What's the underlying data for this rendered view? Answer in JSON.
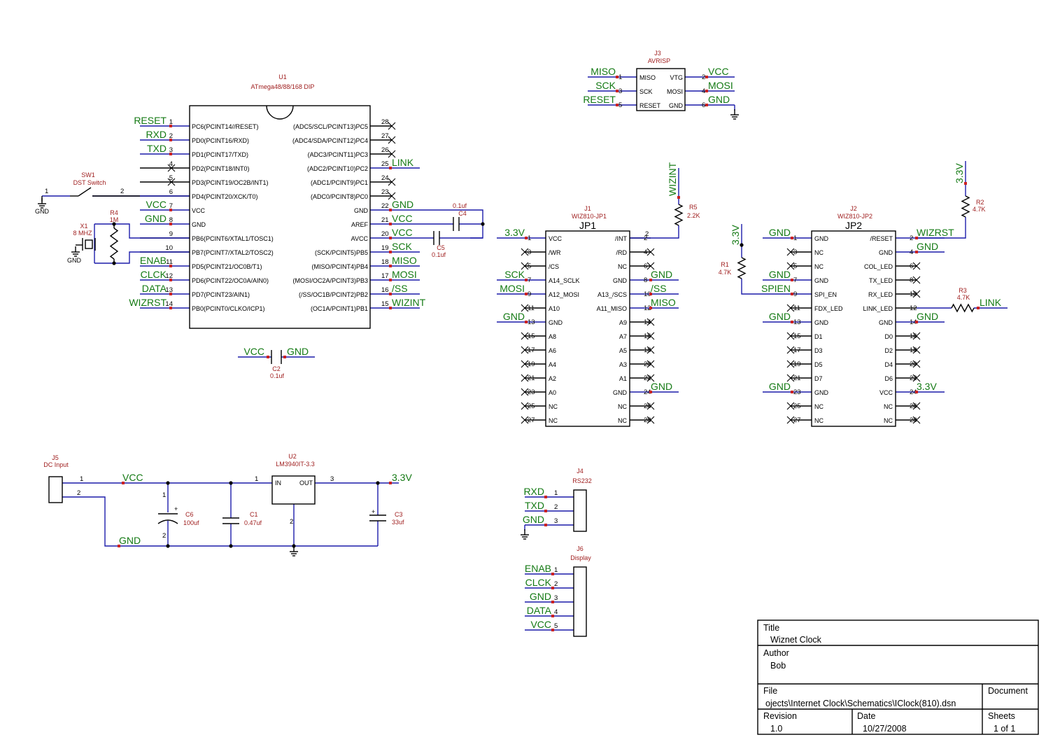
{
  "mcu": {
    "ref": "U1",
    "value": "ATmega48/88/168 DIP",
    "left_pins": [
      {
        "num": "1",
        "name": "PC6(PCINT14//RESET)",
        "net": "RESET"
      },
      {
        "num": "2",
        "name": "PD0(PCINT16/RXD)",
        "net": "RXD"
      },
      {
        "num": "3",
        "name": "PD1(PCINT17/TXD)",
        "net": "TXD"
      },
      {
        "num": "4",
        "name": "PD2(PCINT18/INT0)",
        "net": ""
      },
      {
        "num": "5",
        "name": "PD3(PCINT19/OC2B/INT1)",
        "net": ""
      },
      {
        "num": "6",
        "name": "PD4(PCINT20/XCK/T0)",
        "net": ""
      },
      {
        "num": "7",
        "name": "VCC",
        "net": "VCC"
      },
      {
        "num": "8",
        "name": "GND",
        "net": "GND"
      },
      {
        "num": "9",
        "name": "PB6(PCINT6/XTAL1/TOSC1)",
        "net": ""
      },
      {
        "num": "10",
        "name": "PB7(PCINT7/XTAL2/TOSC2)",
        "net": ""
      },
      {
        "num": "11",
        "name": "PD5(PCINT21/OC0B/T1)",
        "net": "ENAB"
      },
      {
        "num": "12",
        "name": "PD6(PCINT22/OC0A/AIN0)",
        "net": "CLCK"
      },
      {
        "num": "13",
        "name": "PD7(PCINT23/AIN1)",
        "net": "DATA"
      },
      {
        "num": "14",
        "name": "PB0(PCINT0/CLKO/ICP1)",
        "net": "WIZRST"
      }
    ],
    "right_pins": [
      {
        "num": "28",
        "name": "(ADC5/SCL/PCINT13)PC5",
        "net": ""
      },
      {
        "num": "27",
        "name": "(ADC4/SDA/PCINT12)PC4",
        "net": ""
      },
      {
        "num": "26",
        "name": "(ADC3/PCINT11)PC3",
        "net": ""
      },
      {
        "num": "25",
        "name": "(ADC2/PCINT10)PC2",
        "net": "LINK"
      },
      {
        "num": "24",
        "name": "(ADC1/PCINT9)PC1",
        "net": ""
      },
      {
        "num": "23",
        "name": "(ADC0/PCINT8)PC0",
        "net": ""
      },
      {
        "num": "22",
        "name": "GND",
        "net": "GND"
      },
      {
        "num": "21",
        "name": "AREF",
        "net": "VCC"
      },
      {
        "num": "20",
        "name": "AVCC",
        "net": "VCC"
      },
      {
        "num": "19",
        "name": "(SCK/PCINT5)PB5",
        "net": "SCK"
      },
      {
        "num": "18",
        "name": "(MISO/PCINT4)PB4",
        "net": "MISO"
      },
      {
        "num": "17",
        "name": "(MOSI/OC2A/PCINT3)PB3",
        "net": "MOSI"
      },
      {
        "num": "16",
        "name": "(/SS/OC1B/PCINT2)PB2",
        "net": "/SS"
      },
      {
        "num": "15",
        "name": "(OC1A/PCINT1)PB1",
        "net": "WIZINT"
      }
    ]
  },
  "avrisp": {
    "ref": "J3",
    "value": "AVRISP",
    "left": [
      {
        "num": "1",
        "name": "MISO",
        "net": "MISO"
      },
      {
        "num": "3",
        "name": "SCK",
        "net": "SCK"
      },
      {
        "num": "5",
        "name": "RESET",
        "net": "RESET"
      }
    ],
    "right": [
      {
        "num": "2",
        "name": "VTG",
        "net": "VCC"
      },
      {
        "num": "4",
        "name": "MOSI",
        "net": "MOSI"
      },
      {
        "num": "6",
        "name": "GND",
        "net": "GND"
      }
    ]
  },
  "jp1": {
    "ref": "J1",
    "value": "WIZ810-JP1",
    "title": "JP1",
    "left": [
      {
        "num": "1",
        "name": "VCC",
        "net": "3.3V"
      },
      {
        "num": "3",
        "name": "/WR",
        "net": ""
      },
      {
        "num": "5",
        "name": "/CS",
        "net": ""
      },
      {
        "num": "7",
        "name": "A14_SCLK",
        "net": "SCK"
      },
      {
        "num": "9",
        "name": "A12_MOSI",
        "net": "MOSI"
      },
      {
        "num": "11",
        "name": "A10",
        "net": ""
      },
      {
        "num": "13",
        "name": "GND",
        "net": "GND"
      },
      {
        "num": "15",
        "name": "A8",
        "net": ""
      },
      {
        "num": "17",
        "name": "A6",
        "net": ""
      },
      {
        "num": "19",
        "name": "A4",
        "net": ""
      },
      {
        "num": "21",
        "name": "A2",
        "net": ""
      },
      {
        "num": "23",
        "name": "A0",
        "net": ""
      },
      {
        "num": "25",
        "name": "NC",
        "net": ""
      },
      {
        "num": "27",
        "name": "NC",
        "net": ""
      }
    ],
    "right": [
      {
        "num": "2",
        "name": "/INT",
        "net": ""
      },
      {
        "num": "4",
        "name": "/RD",
        "net": ""
      },
      {
        "num": "6",
        "name": "NC",
        "net": ""
      },
      {
        "num": "8",
        "name": "GND",
        "net": "GND"
      },
      {
        "num": "10",
        "name": "A13_/SCS",
        "net": "/SS"
      },
      {
        "num": "12",
        "name": "A11_MISO",
        "net": "MISO"
      },
      {
        "num": "14",
        "name": "A9",
        "net": ""
      },
      {
        "num": "16",
        "name": "A7",
        "net": ""
      },
      {
        "num": "18",
        "name": "A5",
        "net": ""
      },
      {
        "num": "20",
        "name": "A3",
        "net": ""
      },
      {
        "num": "22",
        "name": "A1",
        "net": ""
      },
      {
        "num": "24",
        "name": "GND",
        "net": "GND"
      },
      {
        "num": "26",
        "name": "NC",
        "net": ""
      },
      {
        "num": "28",
        "name": "NC",
        "net": ""
      }
    ]
  },
  "jp2": {
    "ref": "J2",
    "value": "WIZ810-JP2",
    "title": "JP2",
    "left": [
      {
        "num": "1",
        "name": "GND",
        "net": "GND"
      },
      {
        "num": "3",
        "name": "NC",
        "net": ""
      },
      {
        "num": "5",
        "name": "NC",
        "net": ""
      },
      {
        "num": "7",
        "name": "GND",
        "net": "GND"
      },
      {
        "num": "9",
        "name": "SPI_EN",
        "net": "SPIEN"
      },
      {
        "num": "11",
        "name": "FDX_LED",
        "net": ""
      },
      {
        "num": "13",
        "name": "GND",
        "net": "GND"
      },
      {
        "num": "15",
        "name": "D1",
        "net": ""
      },
      {
        "num": "17",
        "name": "D3",
        "net": ""
      },
      {
        "num": "19",
        "name": "D5",
        "net": ""
      },
      {
        "num": "21",
        "name": "D7",
        "net": ""
      },
      {
        "num": "23",
        "name": "GND",
        "net": "GND"
      },
      {
        "num": "25",
        "name": "NC",
        "net": ""
      },
      {
        "num": "27",
        "name": "NC",
        "net": ""
      }
    ],
    "right": [
      {
        "num": "2",
        "name": "/RESET",
        "net": "WIZRST"
      },
      {
        "num": "4",
        "name": "GND",
        "net": "GND"
      },
      {
        "num": "6",
        "name": "COL_LED",
        "net": ""
      },
      {
        "num": "8",
        "name": "TX_LED",
        "net": ""
      },
      {
        "num": "10",
        "name": "RX_LED",
        "net": ""
      },
      {
        "num": "12",
        "name": "LINK_LED",
        "net": ""
      },
      {
        "num": "14",
        "name": "GND",
        "net": "GND"
      },
      {
        "num": "16",
        "name": "D0",
        "net": ""
      },
      {
        "num": "18",
        "name": "D2",
        "net": ""
      },
      {
        "num": "20",
        "name": "D4",
        "net": ""
      },
      {
        "num": "22",
        "name": "D6",
        "net": ""
      },
      {
        "num": "24",
        "name": "VCC",
        "net": "3.3V"
      },
      {
        "num": "26",
        "name": "NC",
        "net": ""
      },
      {
        "num": "28",
        "name": "NC",
        "net": ""
      }
    ]
  },
  "rs232": {
    "ref": "J4",
    "value": "RS232",
    "pins": [
      {
        "num": "1",
        "net": "RXD"
      },
      {
        "num": "2",
        "net": "TXD"
      },
      {
        "num": "3",
        "net": "GND"
      }
    ]
  },
  "display": {
    "ref": "J6",
    "value": "Display",
    "pins": [
      {
        "num": "1",
        "net": "ENAB"
      },
      {
        "num": "2",
        "net": "CLCK"
      },
      {
        "num": "3",
        "net": "GND"
      },
      {
        "num": "4",
        "net": "DATA"
      },
      {
        "num": "5",
        "net": "VCC"
      }
    ]
  },
  "switch": {
    "ref": "SW1",
    "value": "DST Switch",
    "pin1": "1",
    "pin2": "2",
    "gnd": "GND"
  },
  "crystal": {
    "ref": "X1",
    "value": "8 MHZ",
    "gnd": "GND"
  },
  "r4": {
    "ref": "R4",
    "value": "1M"
  },
  "c4": {
    "ref": "C4",
    "value": "0.1uf"
  },
  "c5": {
    "ref": "C5",
    "value": "0.1uf"
  },
  "c2": {
    "ref": "C2",
    "value": "0.1uf",
    "left": "VCC",
    "right": "GND"
  },
  "r5": {
    "ref": "R5",
    "value": "2.2K",
    "net": "WIZINT",
    "pin": "2"
  },
  "r2": {
    "ref": "R2",
    "value": "4.7K",
    "net": "3.3V"
  },
  "r1": {
    "ref": "R1",
    "value": "4.7K",
    "net": "3.3V"
  },
  "r3": {
    "ref": "R3",
    "value": "4.7K",
    "net": "LINK"
  },
  "power": {
    "j5": {
      "ref": "J5",
      "value": "DC Input",
      "pin1": "1",
      "pin2": "2"
    },
    "u2": {
      "ref": "U2",
      "value": "LM3940IT-3.3",
      "in": "IN",
      "out": "OUT",
      "pin1": "1",
      "pin2": "2",
      "pin3": "3"
    },
    "c6": {
      "ref": "C6",
      "value": "100uf",
      "p1": "1",
      "p2": "2"
    },
    "c1": {
      "ref": "C1",
      "value": "0.47uf"
    },
    "c3": {
      "ref": "C3",
      "value": "33uf"
    },
    "vcc": "VCC",
    "gnd": "GND",
    "v33": "3.3V"
  },
  "title_block": {
    "title_label": "Title",
    "title": "Wiznet Clock",
    "author_label": "Author",
    "author": "Bob",
    "file_label": "File",
    "file": "ojects\\Internet Clock\\Schematics\\IClock(810).dsn",
    "document_label": "Document",
    "document": "",
    "revision_label": "Revision",
    "revision": "1.0",
    "date_label": "Date",
    "date": "10/27/2008",
    "sheets_label": "Sheets",
    "sheets": "1 of 1"
  },
  "colors": {
    "wire": "#1c1caa",
    "net": "#147a14",
    "ref": "#a02020",
    "pad": "#cc2222"
  }
}
